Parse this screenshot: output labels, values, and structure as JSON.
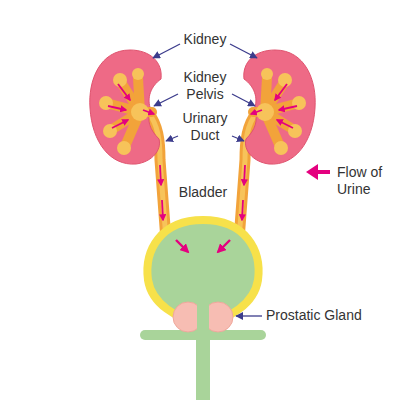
{
  "diagram": {
    "labels": [
      "Kidney",
      "Kidney Pelvis",
      "Urinary Duct",
      "Bladder",
      "Prostatic Gland"
    ],
    "legend": [
      {
        "text": "Flow of Urine"
      }
    ]
  }
}
